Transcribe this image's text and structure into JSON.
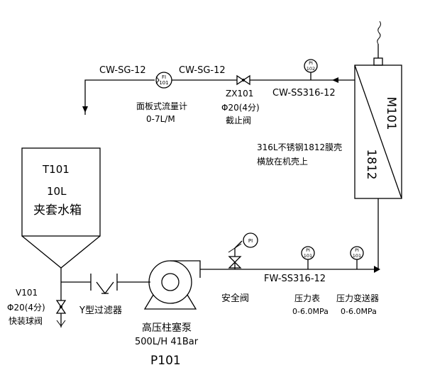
{
  "lines": {
    "cw_sg_12_left": "CW-SG-12",
    "cw_sg_12_right": "CW-SG-12",
    "cw_ss316_12": "CW-SS316-12",
    "fw_ss316_12": "FW-SS316-12"
  },
  "flowmeter": {
    "tag_top": "FI",
    "tag_bottom": "101",
    "label": "面板式流量计",
    "range": "0-7L/M"
  },
  "stop_valve": {
    "tag": "ZX101",
    "size": "Φ20(4分)",
    "label": "截止阀"
  },
  "pi_top": {
    "tag_top": "PI",
    "tag_bottom": "102"
  },
  "membrane": {
    "tag": "M101",
    "model": "1812",
    "note_line1": "316L不锈钢1812膜壳",
    "note_line2": "横放在机壳上"
  },
  "tank": {
    "tag": "T101",
    "volume": "10L",
    "label": "夹套水箱"
  },
  "ball_valve": {
    "tag": "V101",
    "size": "Φ20(4分)",
    "label": "快装球阀"
  },
  "filter": {
    "label": "Y型过滤器"
  },
  "pump": {
    "label": "高压柱塞泵",
    "spec": "500L/H 41Bar",
    "tag": "P101"
  },
  "safety_valve": {
    "label": "安全阀",
    "gauge_tag": "PI"
  },
  "pi_1": {
    "tag_top": "PI",
    "tag_bottom": "101"
  },
  "pi_2": {
    "tag_top": "PI",
    "tag_bottom": "101"
  },
  "pressure_gauge": {
    "label": "压力表",
    "range": "0-6.0MPa"
  },
  "pressure_transmitter": {
    "label": "压力变送器",
    "range": "0-6.0MPa"
  }
}
